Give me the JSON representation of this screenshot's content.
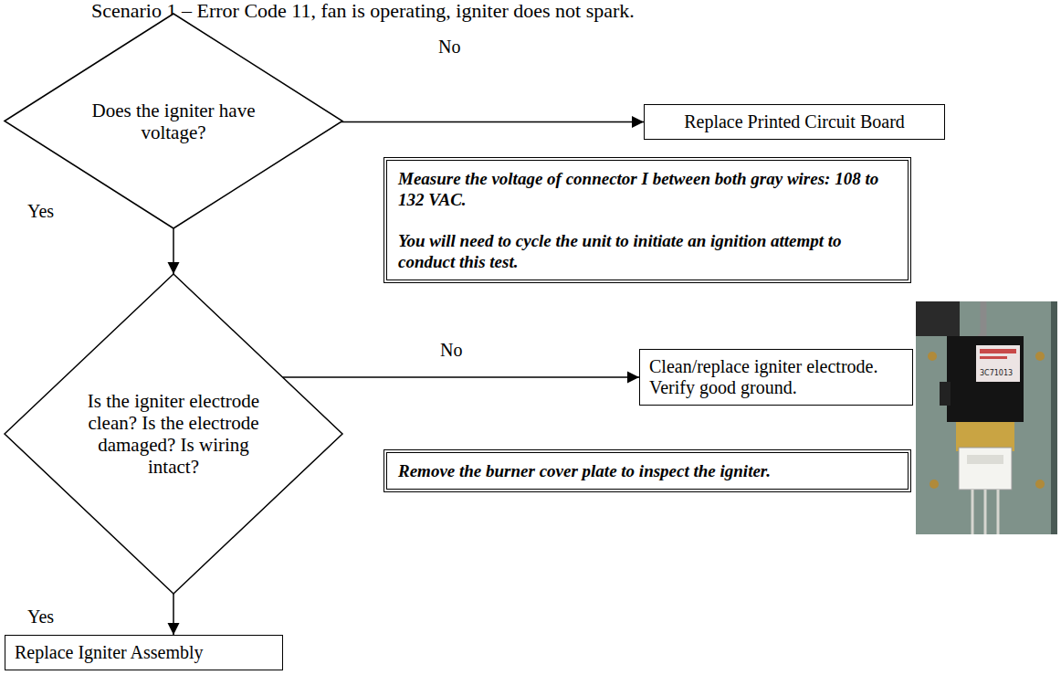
{
  "diagram": {
    "title": "Scenario 1 – Error Code 11, fan is operating, igniter does not spark.",
    "nodes": [
      {
        "text": [
          "Does the igniter have voltage?"
        ]
      },
      {
        "text": [
          "Replace Printed Circuit Board"
        ]
      },
      {
        "text": [
          "Measure the voltage of connector I between both gray wires: 108 to 132 VAC.",
          "You will need to cycle the unit to initiate an ignition attempt to conduct this test."
        ]
      },
      {
        "text": [
          "Is the igniter electrode clean? Is the electrode damaged? Is wiring intact?"
        ]
      },
      {
        "text": [
          "Clean/replace igniter electrode. Verify good ground."
        ]
      },
      {
        "text": [
          "Remove the burner cover plate to inspect the igniter."
        ]
      },
      {
        "text": [
          "Replace Igniter Assembly"
        ]
      }
    ],
    "edges": [
      {
        "from": 0,
        "to": 1,
        "label": "No",
        "arrow": "to"
      },
      {
        "from": 0,
        "to": 3,
        "label": "Yes",
        "arrow": "to"
      },
      {
        "from": 3,
        "to": 4,
        "label": "No",
        "arrow": "to"
      },
      {
        "from": 3,
        "to": 6,
        "label": "Yes",
        "arrow": "to"
      }
    ],
    "labels": [
      "3C71013"
    ]
  }
}
